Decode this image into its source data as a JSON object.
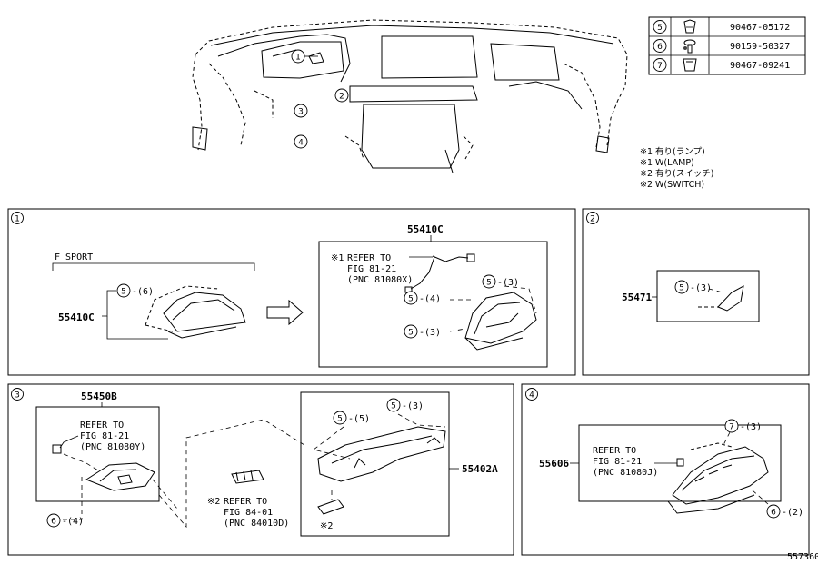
{
  "fasteners": [
    {
      "ref": "5",
      "part": "90467-05172",
      "icon": "clip-icon"
    },
    {
      "ref": "6",
      "part": "90159-50327",
      "icon": "screw-icon"
    },
    {
      "ref": "7",
      "part": "90467-09241",
      "icon": "clip-icon"
    }
  ],
  "notes": [
    "※1 有り(ランプ)",
    "※1 W(LAMP)",
    "※2 有り(スイッチ)",
    "※2 W(SWITCH)"
  ],
  "overview_refs": [
    "1",
    "2",
    "3",
    "4"
  ],
  "panel1": {
    "num": "1",
    "fsport": "F SPORT",
    "left_part": "55410C",
    "left_fastener": {
      "num": "5",
      "qty": "-(6)"
    },
    "right_part": "55410C",
    "refer_mark": "※1",
    "refer": [
      "REFER TO",
      "FIG 81-21",
      "(PNC 81080X)"
    ],
    "fasteners": [
      {
        "num": "5",
        "qty": "-(3)"
      },
      {
        "num": "5",
        "qty": "-(4)"
      },
      {
        "num": "5",
        "qty": "-(3)"
      }
    ]
  },
  "panel2": {
    "num": "2",
    "part": "55471",
    "fastener": {
      "num": "5",
      "qty": "-(3)"
    }
  },
  "panel3": {
    "num": "3",
    "left_part": "55450B",
    "left_refer": [
      "REFER TO",
      "FIG 81-21",
      "(PNC 81080Y)"
    ],
    "left_fastener": {
      "num": "6",
      "qty": "-(4)"
    },
    "mid_refer_mark": "※2",
    "mid_refer": [
      "REFER TO",
      "FIG 84-01",
      "(PNC 84010D)"
    ],
    "switch_mark": "※2",
    "right_part": "55402A",
    "fasteners": [
      {
        "num": "5",
        "qty": "-(5)"
      },
      {
        "num": "5",
        "qty": "-(3)"
      }
    ]
  },
  "panel4": {
    "num": "4",
    "part": "55606",
    "refer": [
      "REFER TO",
      "FIG 81-21",
      "(PNC 81080J)"
    ],
    "top_fastener": {
      "num": "7",
      "qty": "-(3)"
    },
    "bottom_fastener": {
      "num": "6",
      "qty": "-(2)"
    }
  },
  "diagram_id": "557360"
}
